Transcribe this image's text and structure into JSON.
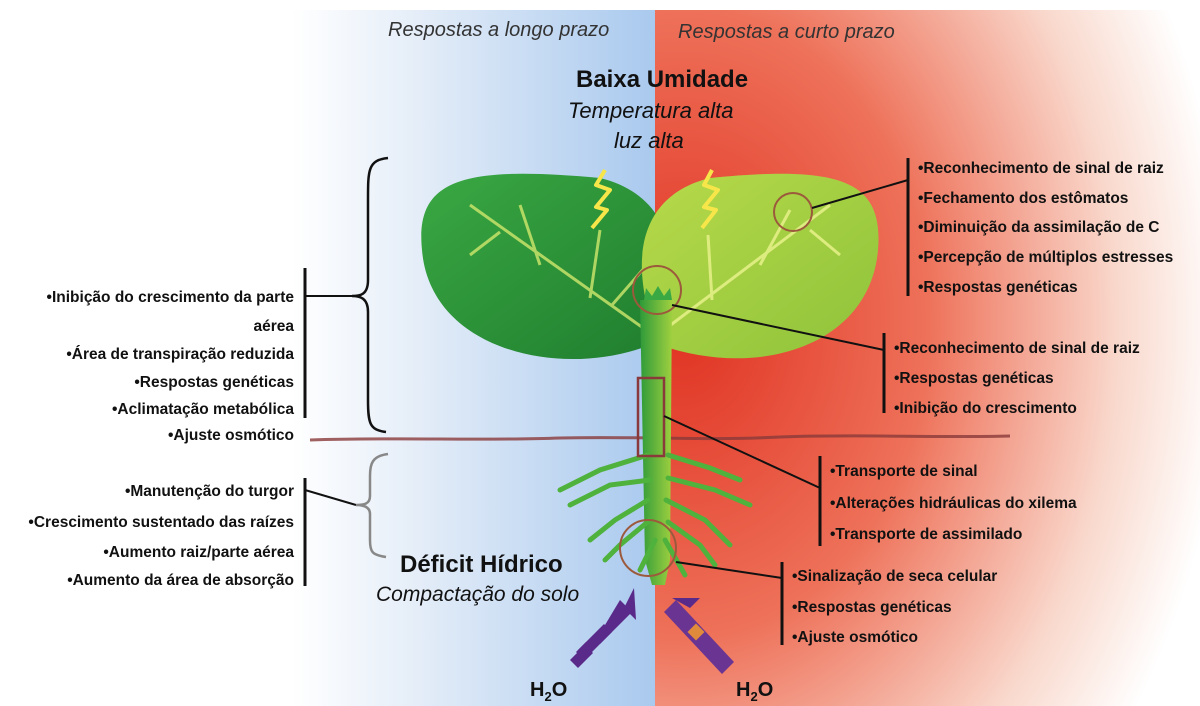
{
  "headers": {
    "long_term": "Respostas a longo prazo",
    "short_term": "Respostas a curto prazo"
  },
  "top_stress": {
    "title": "Baixa Umidade",
    "line2": "Temperatura alta",
    "line3": "luz alta"
  },
  "bottom_stress": {
    "title": "Déficit Hídrico",
    "subtitle": "Compactação do solo"
  },
  "left_shoot": [
    "•Inibição do crescimento da parte",
    "aérea",
    "•Área de transpiração reduzida",
    "•Respostas genéticas",
    "•Aclimatação metabólica",
    "•Ajuste osmótico"
  ],
  "left_root": [
    "•Manutenção do turgor",
    "•Crescimento sustentado das raízes",
    "•Aumento raiz/parte aérea",
    "•Aumento da área de absorção"
  ],
  "right_leaf": [
    "•Reconhecimento de sinal de raiz",
    "•Fechamento dos estômatos",
    "•Diminuição da assimilação de C",
    "•Percepção de múltiplos estresses",
    "•Respostas genéticas"
  ],
  "right_apex": [
    "•Reconhecimento de sinal de raiz",
    "•Respostas genéticas",
    "•Inibição do crescimento"
  ],
  "right_stem": [
    "•Transporte de sinal",
    "•Alterações hidráulicas do xilema",
    "•Transporte de assimilado"
  ],
  "right_root": [
    "•Sinalização de seca celular",
    "•Respostas genéticas",
    "•Ajuste osmótico"
  ],
  "water": {
    "left_base": "H",
    "left_sub": "2",
    "left_tail": "O",
    "right_base": "H",
    "right_sub": "2",
    "right_tail": "O"
  },
  "colors": {
    "left_bg_top": "#a9c9ee",
    "left_bg_mid": "#dfeaf7",
    "right_bg_red": "#e23b2a",
    "right_bg_light": "#f6d3c8",
    "leaf_dark": "#2f9b3a",
    "leaf_light": "#a6d03a",
    "stem": "#4fb23d",
    "arrow": "#5a2a8a",
    "lightning": "#f6e64a"
  }
}
